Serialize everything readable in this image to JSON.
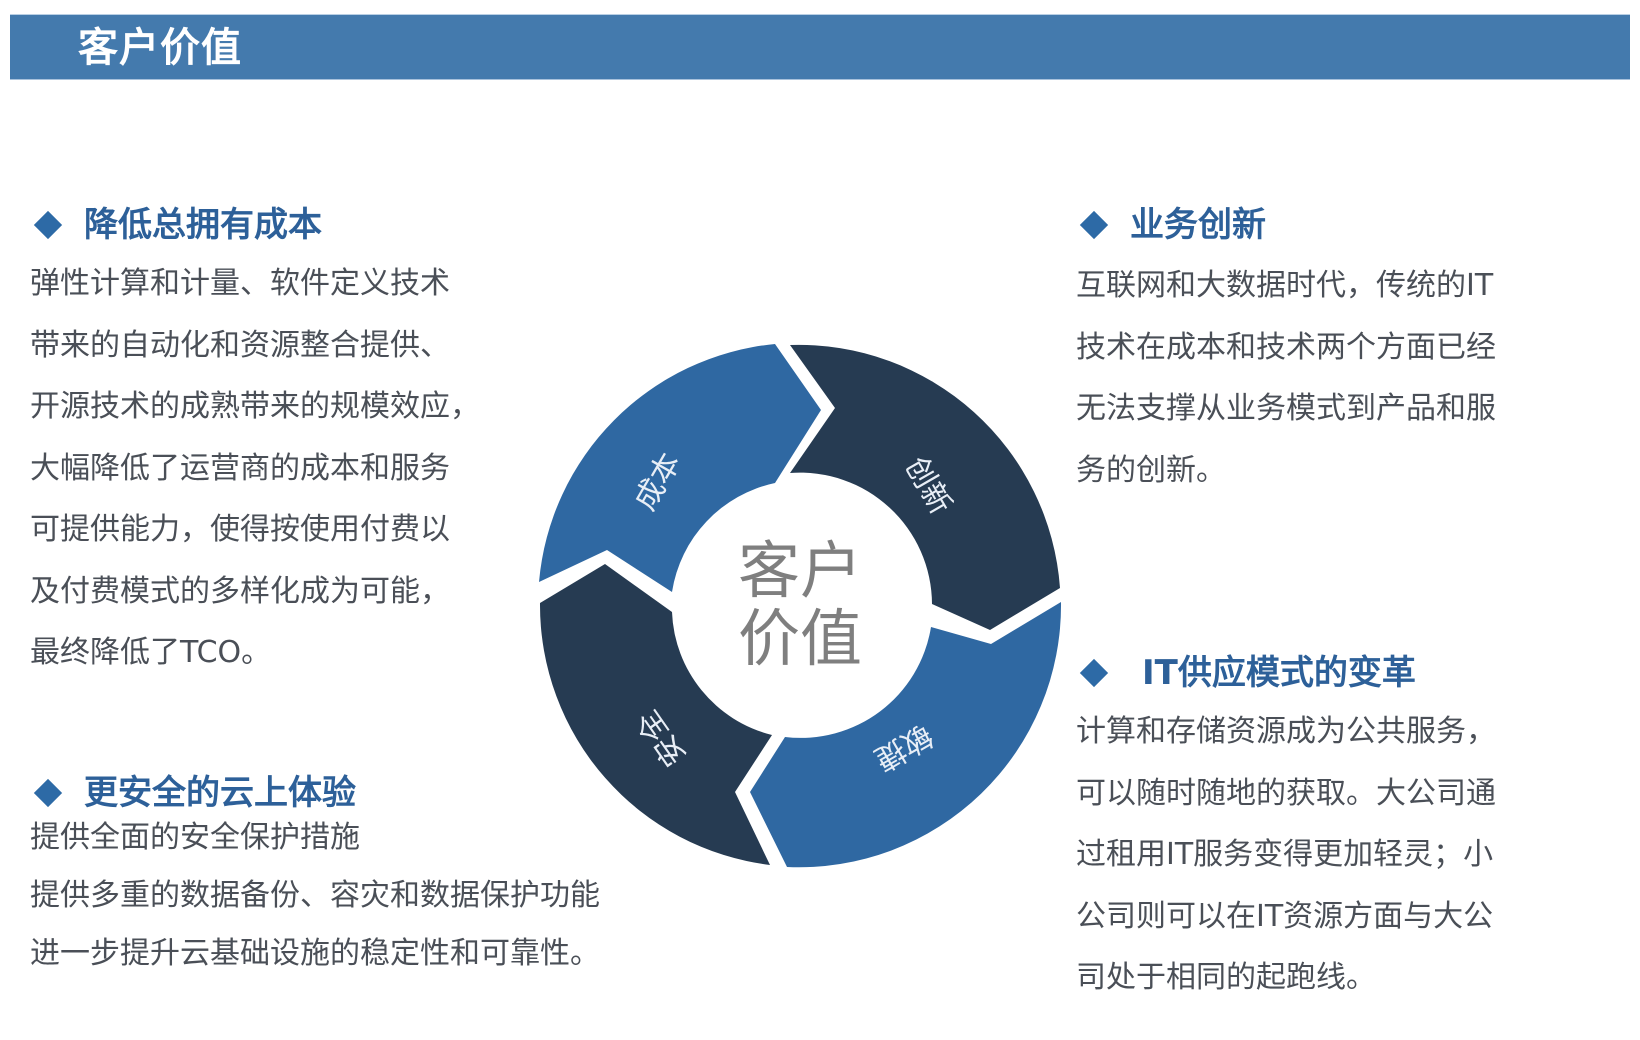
{
  "header": {
    "title": "客户价值",
    "background_color": "#447aad"
  },
  "sections": {
    "reduce_tco": {
      "icon": "diamond-bullet-icon",
      "title": "降低总拥有成本",
      "lines": [
        "弹性计算和计量、软件定义技术",
        "带来的自动化和资源整合提供、",
        "开源技术的成熟带来的规模效应，",
        "大幅降低了运营商的成本和服务",
        "可提供能力，使得按使用付费以",
        "及付费模式的多样化成为可能，",
        "最终降低了TCO。"
      ]
    },
    "security": {
      "icon": "diamond-bullet-icon",
      "title": "更安全的云上体验",
      "lines": [
        "提供全面的安全保护措施",
        "提供多重的数据备份、容灾和数据保护功能",
        "进一步提升云基础设施的稳定性和可靠性。"
      ]
    },
    "innovation": {
      "icon": "diamond-bullet-icon",
      "title": "业务创新",
      "lines": [
        "互联网和大数据时代，传统的IT",
        "技术在成本和技术两个方面已经",
        "无法支撑从业务模式到产品和服",
        "务的创新。"
      ]
    },
    "it_supply": {
      "icon": "diamond-bullet-icon",
      "title": "IT供应模式的变革",
      "lines": [
        "计算和存储资源成为公共服务，",
        "可以随时随地的获取。大公司通",
        "过租用IT服务变得更加轻灵；小",
        "公司则可以在IT资源方面与大公",
        "司处于相同的起跑线。"
      ]
    }
  },
  "diagram": {
    "center_label_line1": "客户",
    "center_label_line2": "价值",
    "segments": [
      {
        "label": "成本",
        "color": "#2f68a2"
      },
      {
        "label": "创新",
        "color": "#263b52"
      },
      {
        "label": "敏捷",
        "color": "#2f68a2"
      },
      {
        "label": "安全",
        "color": "#263b52"
      }
    ]
  },
  "colors": {
    "accent": "#2d6099",
    "body_text": "#4a4f57",
    "segment_blue": "#2f68a2",
    "segment_dark": "#263b52",
    "center_text": "#7f7f7f"
  }
}
